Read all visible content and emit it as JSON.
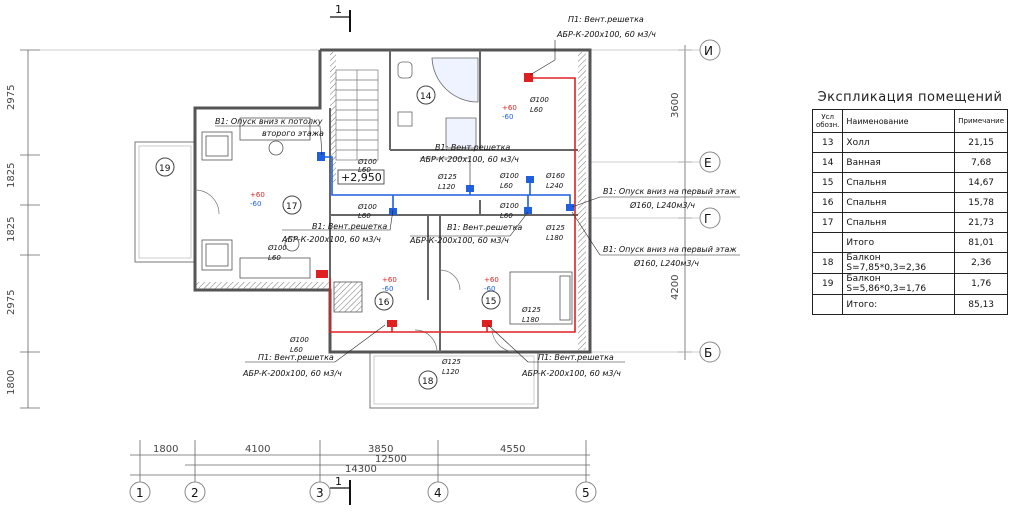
{
  "section_marks": {
    "top": "1",
    "bottom": "1"
  },
  "axes": {
    "columns": [
      "1",
      "2",
      "3",
      "4",
      "5"
    ],
    "rows": [
      "И",
      "Е",
      "Г",
      "Б"
    ]
  },
  "dimensions": {
    "bottom": [
      "1800",
      "4100",
      "3850",
      "4550",
      "12500",
      "14300"
    ],
    "left": [
      "2975",
      "1825",
      "1825",
      "2975",
      "1800"
    ],
    "right": [
      "3600",
      "4200"
    ]
  },
  "rooms": [
    "13",
    "14",
    "15",
    "16",
    "17",
    "18",
    "19"
  ],
  "room_temps": {
    "plus": "+60",
    "minus": "-60"
  },
  "elevation": "+2,950",
  "annotations": {
    "p1_top": {
      "line1": "П1: Вент.решетка",
      "line2": "АБР-К-200х100, 60 м3/ч"
    },
    "b1_hall_down": {
      "line1": "В1: Опуск вниз к потолку",
      "line2": "второго этажа"
    },
    "b1_grille_center": {
      "line1": "В1: Вент.решетка",
      "line2": "АБР-К-200х100, 60 м3/ч"
    },
    "b1_grille_17": {
      "line1": "В1: Вент.решетка",
      "line2": "АБР-К-200х100, 60 м3/ч"
    },
    "b1_grille_mid": {
      "line1": "В1: Вент.решетка",
      "line2": "АБР-К-200х100, 60 м3/ч"
    },
    "b1_down_first_1": {
      "line1": "В1: Опуск вниз на первый этаж",
      "line2": "Ø160, L240м3/ч"
    },
    "b1_down_first_2": {
      "line1": "В1: Опуск вниз на первый этаж",
      "line2": "Ø160, L240м3/ч"
    },
    "p1_bottom_left": {
      "line1": "П1: Вент.решетка",
      "line2": "АБР-К-200х100, 60 м3/ч"
    },
    "p1_bottom_right": {
      "line1": "П1: Вент.решетка",
      "line2": "АБР-К-200х100, 60 м3/ч"
    }
  },
  "duct_labels": [
    {
      "d": "Ø100",
      "l": "L60"
    },
    {
      "d": "Ø100",
      "l": "L60"
    },
    {
      "d": "Ø100",
      "l": "L60"
    },
    {
      "d": "Ø125",
      "l": "L120"
    },
    {
      "d": "Ø100",
      "l": "L60"
    },
    {
      "d": "Ø160",
      "l": "L240"
    },
    {
      "d": "Ø100",
      "l": "L60"
    },
    {
      "d": "Ø100",
      "l": "L60"
    },
    {
      "d": "Ø125",
      "l": "L180"
    },
    {
      "d": "Ø125",
      "l": "L180"
    },
    {
      "d": "Ø100",
      "l": "L60"
    },
    {
      "d": "Ø125",
      "l": "L120"
    }
  ],
  "explication": {
    "title": "Экспликация помещений",
    "headers": [
      "Усл обозн.",
      "Наименование",
      "Примечание"
    ],
    "rows": [
      [
        "13",
        "Холл",
        "21,15"
      ],
      [
        "14",
        "Ванная",
        "7,68"
      ],
      [
        "15",
        "Спальня",
        "14,67"
      ],
      [
        "16",
        "Спальня",
        "15,78"
      ],
      [
        "17",
        "Спальня",
        "21,73"
      ],
      [
        "",
        "Итого",
        "81,01"
      ],
      [
        "18",
        "Балкон S=7,85*0,3=2,36",
        "2,36"
      ],
      [
        "19",
        "Балкон S=5,86*0,3=1,76",
        "1,76"
      ],
      [
        "",
        "Итого:",
        "85,13"
      ]
    ]
  },
  "colors": {
    "supply": "#e02020",
    "exhaust": "#1f5fe0",
    "wall": "#555555",
    "hatch": "#999999"
  }
}
